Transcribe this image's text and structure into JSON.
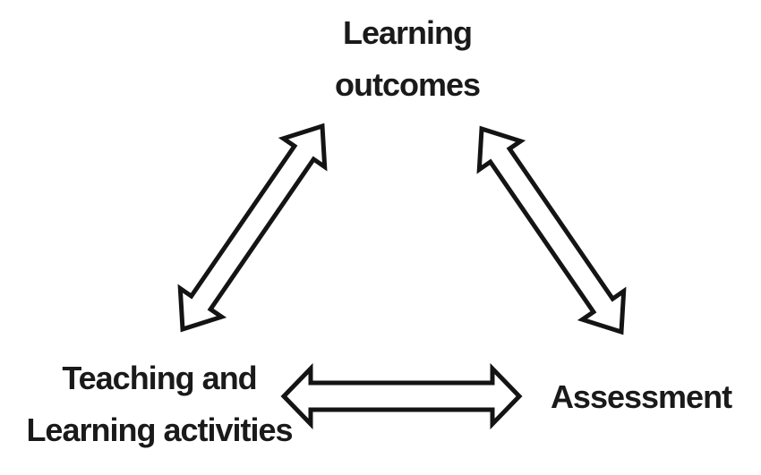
{
  "colors": {
    "background": "#ffffff",
    "text": "#1a1a1a",
    "arrow_stroke": "#141414",
    "arrow_fill": "#ffffff"
  },
  "nodes": {
    "learning_outcomes": {
      "label": "Learning outcomes",
      "line1": "Learning",
      "line2": "outcomes"
    },
    "teaching_learning_activities": {
      "label": "Teaching and Learning activities",
      "line1": "Teaching and",
      "line2": "Learning activities"
    },
    "assessment": {
      "label": "Assessment",
      "line1": "Assessment"
    }
  },
  "connections": [
    {
      "id": "outcomes-teaching",
      "from": "learning_outcomes",
      "to": "teaching_learning_activities",
      "bidirectional": true,
      "style": "double-arrow"
    },
    {
      "id": "outcomes-assessment",
      "from": "learning_outcomes",
      "to": "assessment",
      "bidirectional": true,
      "style": "double-arrow"
    },
    {
      "id": "teaching-assessment",
      "from": "teaching_learning_activities",
      "to": "assessment",
      "bidirectional": true,
      "style": "double-arrow"
    }
  ]
}
